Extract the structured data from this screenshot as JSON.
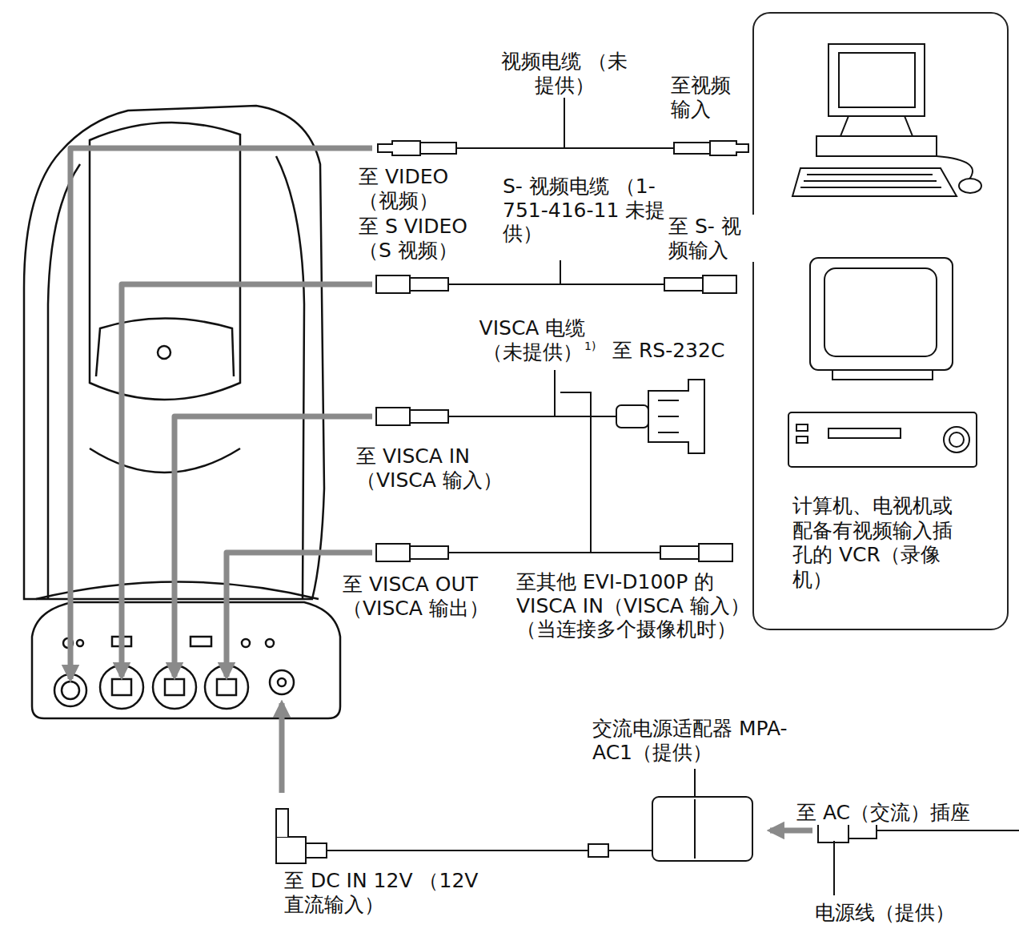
{
  "diagram": {
    "nodes": [
      {
        "text": [
          "计算机、电视机或配备有视频输入插孔的 VCR（录像机）"
        ]
      }
    ],
    "labels": [
      "视频电缆 （未提供）",
      "至视频 输入",
      "至 VIDEO （视频）",
      "S- 视频电缆 （1-751-416-11 未提供）",
      "至 S VIDEO （S 视频）",
      "至 S- 视 频输入",
      "VISCA 电缆 （未提供）",
      "1)",
      "至 RS-232C",
      "至 VISCA IN （VISCA 输入）",
      "至 VISCA OUT （VISCA 输出）",
      "至其他 EVI-D100P 的 VISCA IN（VISCA 输入）（当连接多个摄像机时）",
      "交流电源适配器 MPA-AC1（提供）",
      "至 AC（交流）插座",
      "至 DC IN 12V （12V 直流输入）",
      "电源线（提供）"
    ]
  }
}
